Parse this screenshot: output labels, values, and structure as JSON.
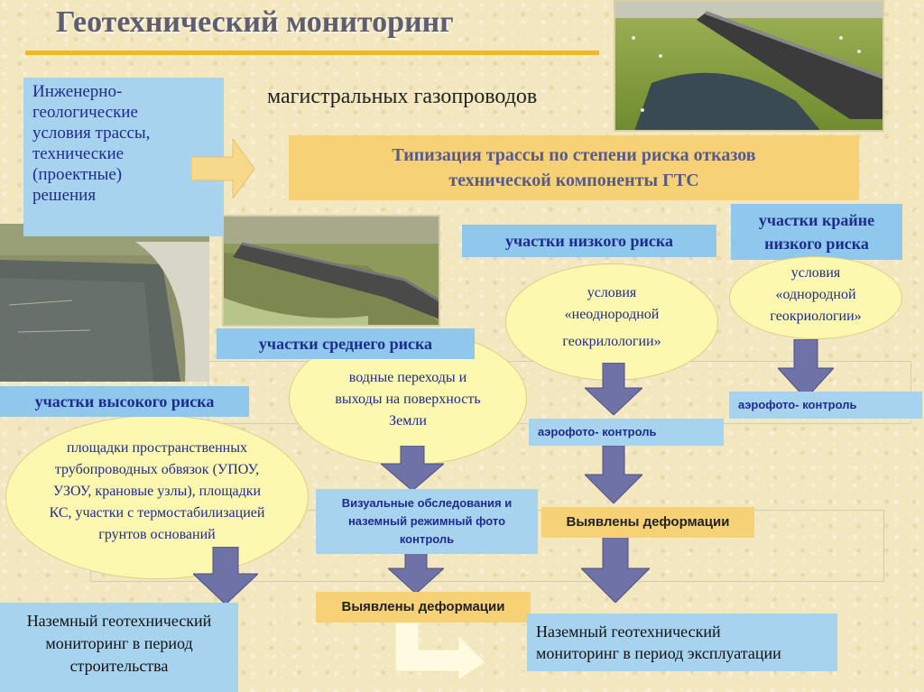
{
  "header": {
    "title": "Геотехнический мониторинг",
    "subtitle": "магистральных газопроводов"
  },
  "input_box": {
    "text_lines": [
      "Инженерно-",
      "геологические",
      "условия трассы,",
      "технические",
      "(проектные)",
      "решения"
    ]
  },
  "typization": {
    "line1": "Типизация трассы по степени риска отказов",
    "line2": "технической компоненты ГТС"
  },
  "risk_categories": {
    "high": "участки высокого риска",
    "medium": "участки среднего риска",
    "low": "участки низкого риска",
    "very_low_line1": "участки крайне",
    "very_low_line2": "низкого риска"
  },
  "conditions": {
    "high_lines": [
      "площадки пространственных",
      "трубопроводных обвязок (УПОУ,",
      "УЗОУ, крановые  узлы), площадки",
      "КС, участки с термостабилизацией",
      "грунтов оснований"
    ],
    "medium_lines": [
      "водные переходы и",
      "выходы на поверхность",
      "Земли"
    ],
    "low_lines": [
      "условия",
      "«неоднородной",
      "геокрилологии»"
    ],
    "very_low_lines": [
      "условия",
      "«однородной",
      "геокриологии»"
    ]
  },
  "actions": {
    "aerial_low": "аэрофото- контроль",
    "aerial_very_low": "аэрофото- контроль",
    "visual_lines": [
      "Визуальные обследования и",
      "наземный режимный фото",
      "контроль"
    ],
    "deformations_right": "Выявлены деформации",
    "deformations_center": "Выявлены деформации"
  },
  "outputs": {
    "construction_lines": [
      "Наземный геотехнический",
      "мониторинг в период",
      "строительства"
    ],
    "operation_lines": [
      "Наземный геотехнический",
      "мониторинг в период эксплуатации"
    ]
  },
  "colors": {
    "accent_orange": "#f3b81d",
    "blue_box": "#a7d3ef",
    "yellow_box": "#f7d176",
    "arrow_fill": "#6f72a6",
    "ellipse_fill": "#fdf8b0",
    "text_blue": "#1e2b8f"
  },
  "icons": [
    "arrow-right-icon",
    "arrow-down-icon"
  ]
}
